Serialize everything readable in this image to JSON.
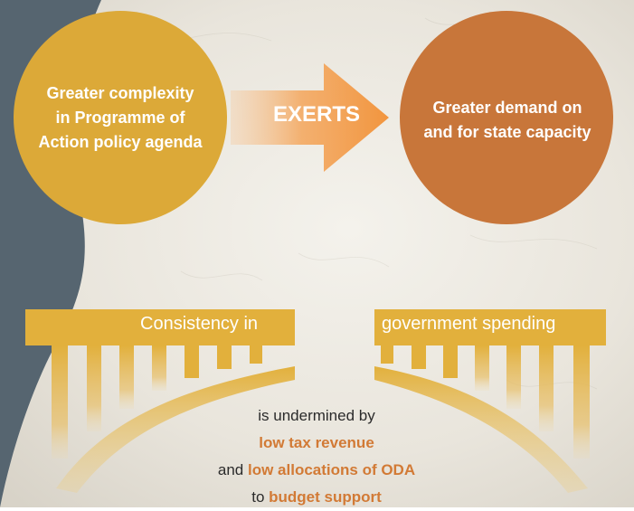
{
  "diagram": {
    "left_circle": {
      "lines": [
        "Greater complexity",
        "in Programme of",
        "Action policy agenda"
      ]
    },
    "arrow": {
      "label": "EXERTS"
    },
    "right_circle": {
      "lines": [
        "Greater demand on",
        "and for state capacity"
      ]
    },
    "bridge": {
      "left_label": "Consistency in",
      "right_label": "government spending"
    },
    "caption": {
      "line1": "is undermined by",
      "line2_highlight": "low tax revenue",
      "line3_plain": "and ",
      "line3_highlight": "low allocations of ODA",
      "line4_plain": "to ",
      "line4_highlight": "budget support"
    }
  },
  "colors": {
    "left_circle": "#dca938",
    "right_circle": "#c8763a",
    "arrow": "#f2953e",
    "bridge": "#e2b03c",
    "side_band": "#566570",
    "highlight_text": "#d27a35"
  }
}
